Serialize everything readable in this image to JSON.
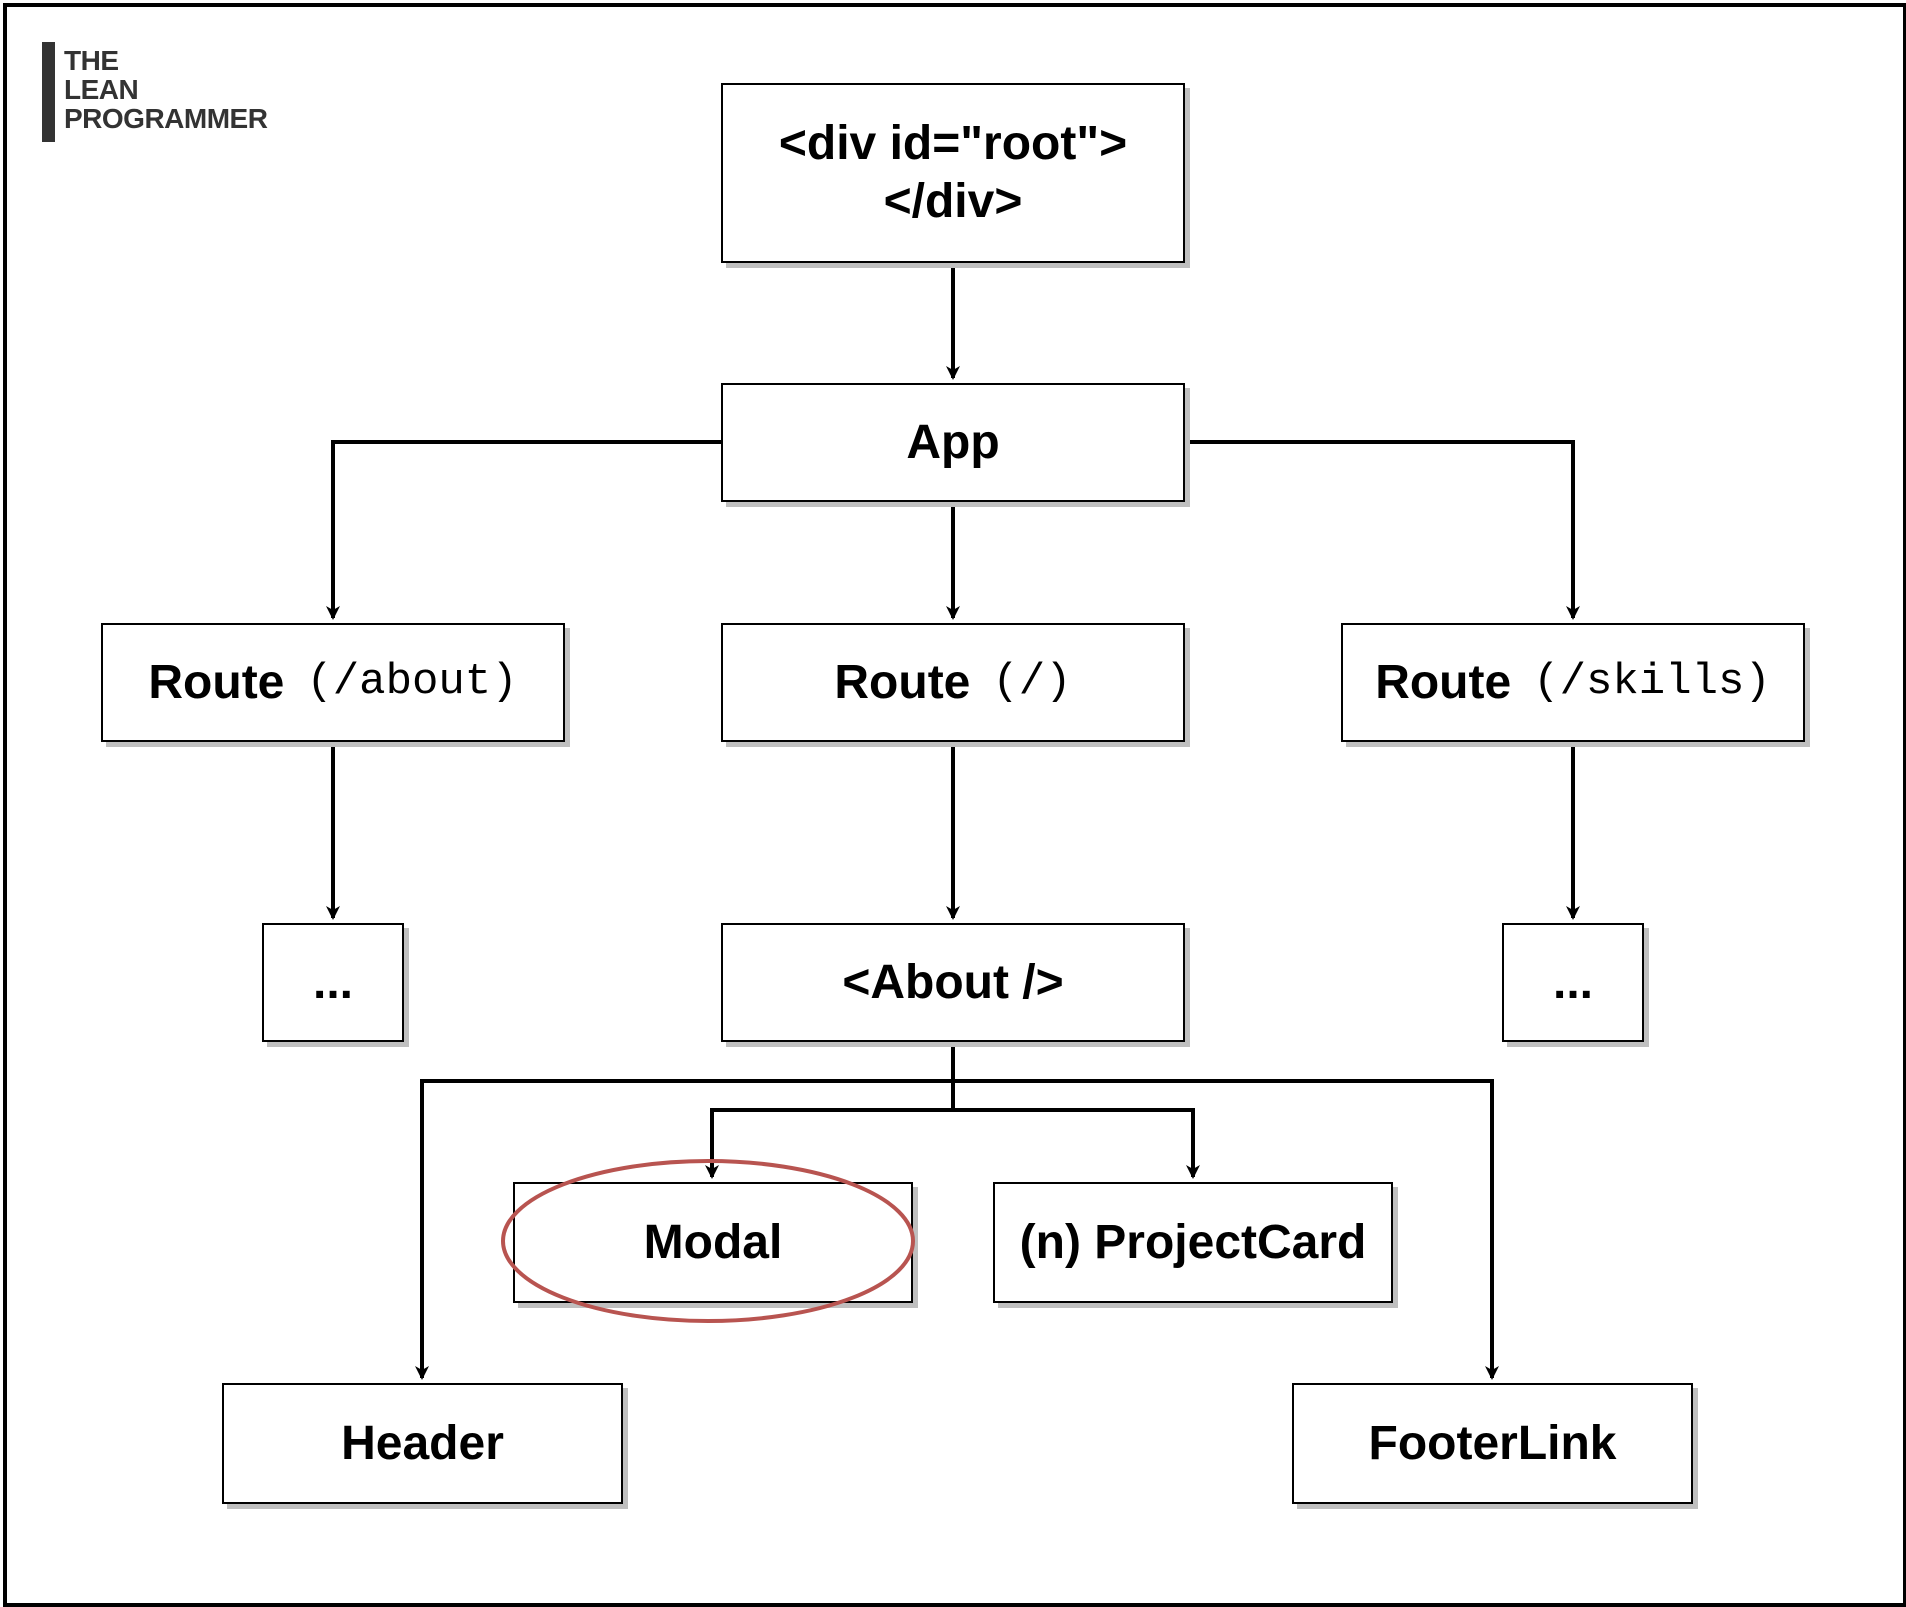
{
  "logo": {
    "lines": [
      "THE",
      "LEAN",
      "PROGRAMMER"
    ]
  },
  "nodes": {
    "root": {
      "line1": "<div id=\"root\">",
      "line2": "</div>"
    },
    "app": {
      "label": "App"
    },
    "route_about": {
      "label": "Route",
      "path": "(/about)"
    },
    "route_home": {
      "label": "Route",
      "path": "(/)"
    },
    "route_skills": {
      "label": "Route",
      "path": "(/skills)"
    },
    "ellipsis_left": {
      "label": "..."
    },
    "about": {
      "label": "<About />"
    },
    "ellipsis_right": {
      "label": "..."
    },
    "modal": {
      "label": "Modal"
    },
    "project_card": {
      "label": "(n) ProjectCard"
    },
    "header": {
      "label": "Header"
    },
    "footer_link": {
      "label": "FooterLink"
    }
  },
  "highlight": {
    "target": "modal",
    "color": "#b85450"
  },
  "colors": {
    "stroke": "#000000",
    "shadow": "#bfbfbf",
    "logo": "#333333"
  }
}
